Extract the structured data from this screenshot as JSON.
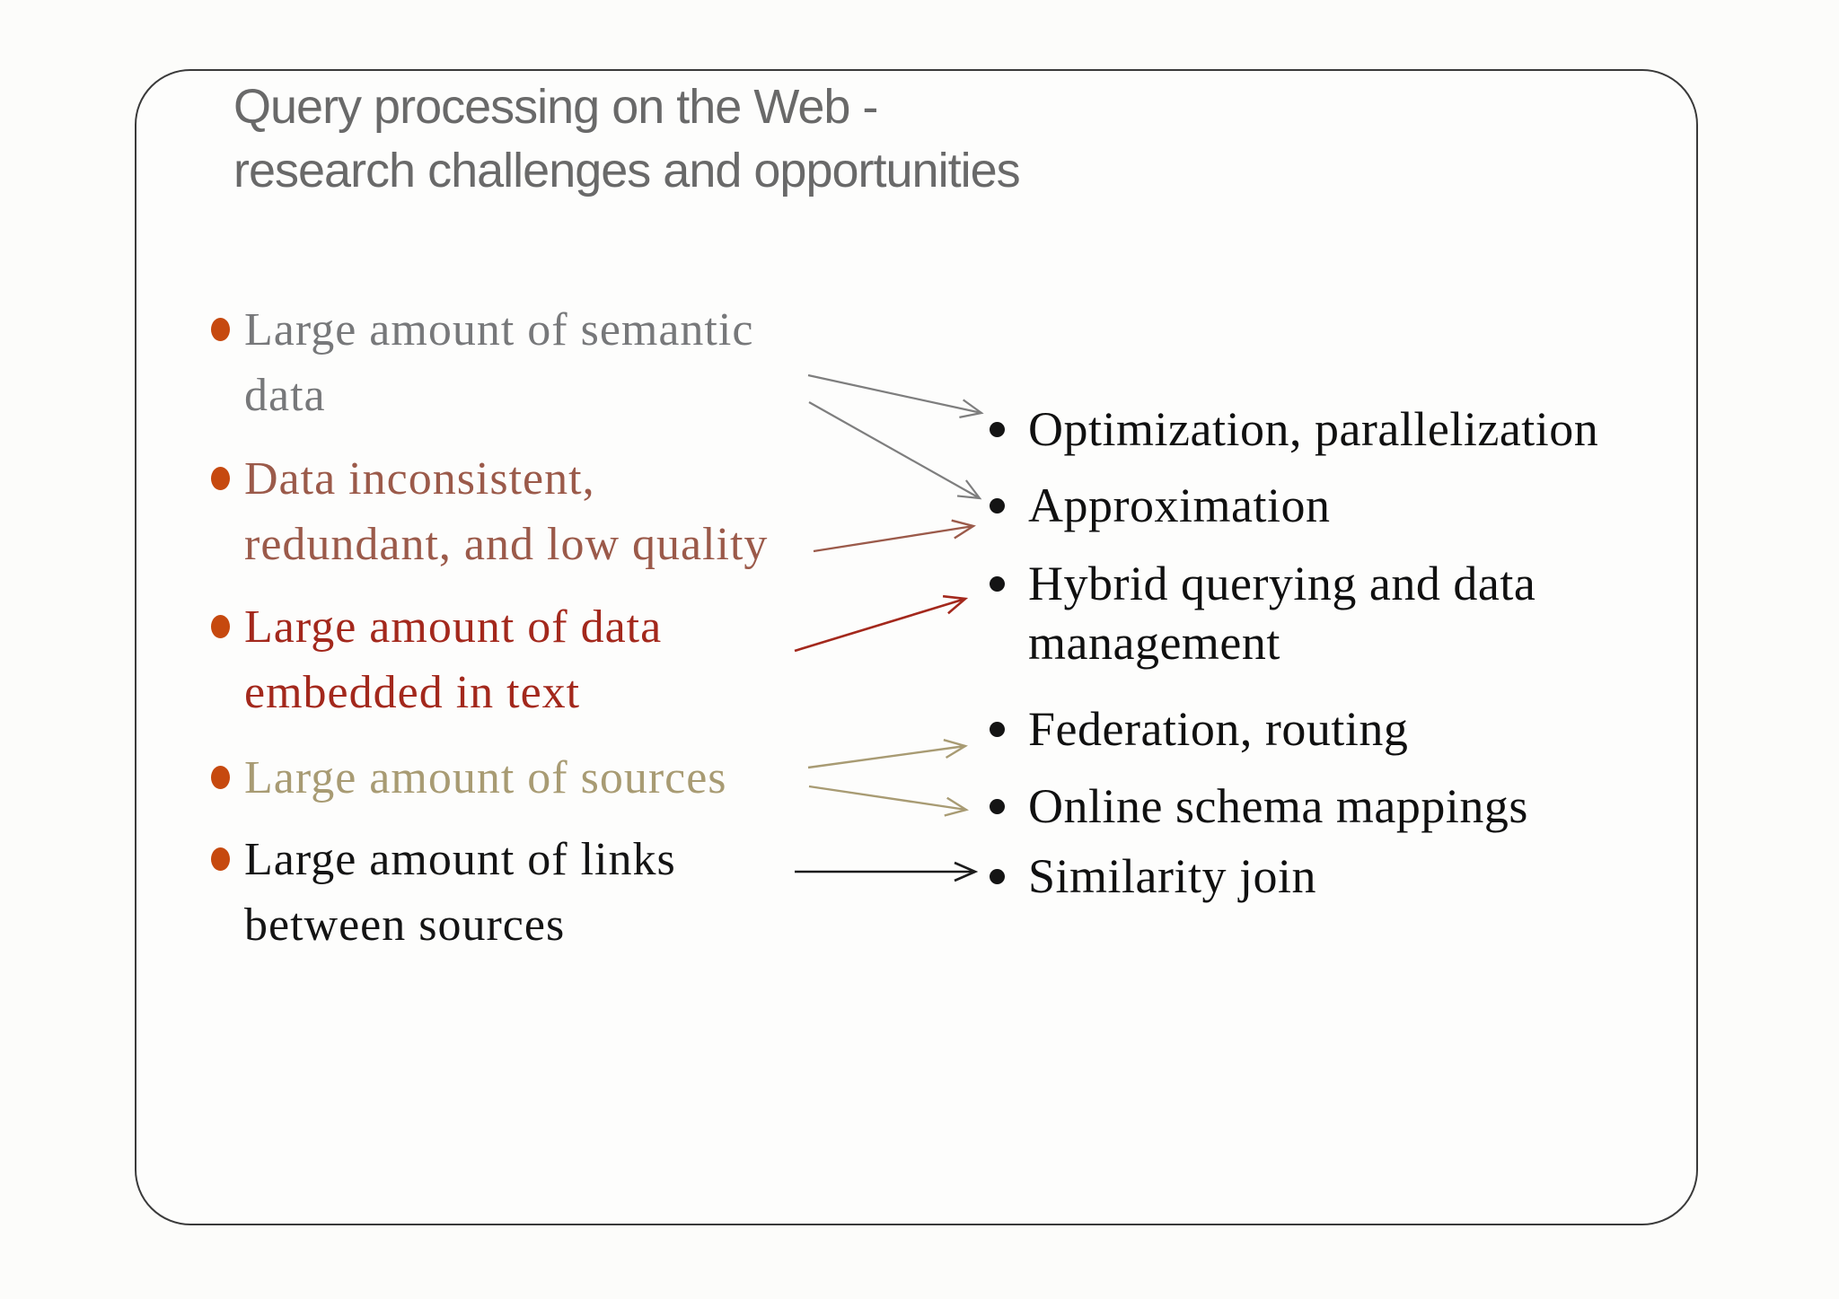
{
  "slide": {
    "title": {
      "line1": "Query processing on the Web -",
      "line2": "research challenges and opportunities"
    },
    "left_bullets": [
      {
        "lines": [
          "Large amount of semantic",
          "data"
        ],
        "color": "#77787a"
      },
      {
        "lines": [
          "Data inconsistent,",
          "redundant, and low quality"
        ],
        "color": "#9b5a4a"
      },
      {
        "lines": [
          "Large amount of data",
          "embedded in text"
        ],
        "color": "#a3281c"
      },
      {
        "lines": [
          "Large amount of sources"
        ],
        "color": "#a89b73"
      },
      {
        "lines": [
          "Large amount of links",
          "between sources"
        ],
        "color": "#141414"
      }
    ],
    "right_bullets": [
      {
        "lines": [
          "Optimization, parallelization"
        ]
      },
      {
        "lines": [
          "Approximation"
        ]
      },
      {
        "lines": [
          "Hybrid querying and data",
          "management"
        ]
      },
      {
        "lines": [
          "Federation, routing"
        ]
      },
      {
        "lines": [
          "Online schema mappings"
        ]
      },
      {
        "lines": [
          "Similarity join"
        ]
      }
    ],
    "connections": [
      {
        "from": "Large amount of semantic data",
        "to": "Optimization, parallelization",
        "color": "#7e7e7e"
      },
      {
        "from": "Large amount of semantic data",
        "to": "Approximation",
        "color": "#7e7e7e"
      },
      {
        "from": "Data inconsistent, redundant, and low quality",
        "to": "Approximation",
        "color": "#9b5a4a"
      },
      {
        "from": "Large amount of data embedded in text",
        "to": "Hybrid querying and data management",
        "color": "#a3281c"
      },
      {
        "from": "Large amount of sources",
        "to": "Federation, routing",
        "color": "#a89b73"
      },
      {
        "from": "Large amount of sources",
        "to": "Online schema mappings",
        "color": "#a89b73"
      },
      {
        "from": "Large amount of links between sources",
        "to": "Similarity join",
        "color": "#1c1c1c"
      }
    ],
    "colors": {
      "title": "#696969",
      "bullet_dot": "#c6490f",
      "right_text": "#101010",
      "right_dot": "#141414",
      "border": "#3a3a3a",
      "arrow_gray": "#7e7e7e",
      "arrow_brown": "#9b5a4a",
      "arrow_red": "#a3281c",
      "arrow_tan": "#a89b73",
      "arrow_black": "#1c1c1c"
    }
  }
}
